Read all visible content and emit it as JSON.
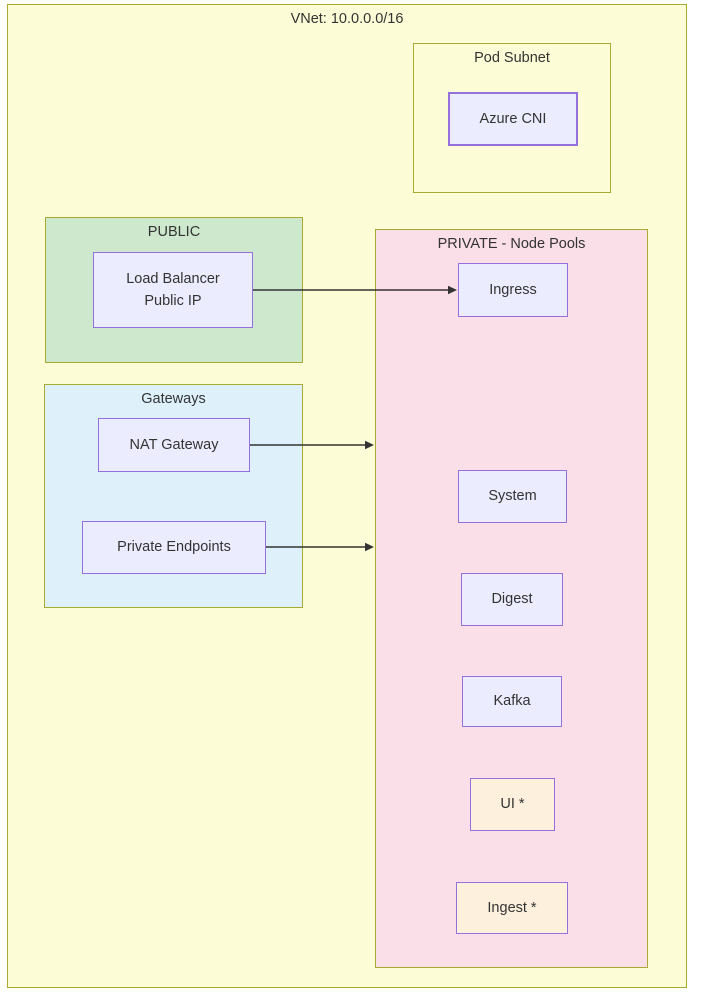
{
  "subgraphs": {
    "vnet": {
      "label": "VNet: 10.0.0.0/16"
    },
    "pod_subnet": {
      "label": "Pod Subnet"
    },
    "public": {
      "label": "PUBLIC"
    },
    "gateways": {
      "label": "Gateways"
    },
    "private": {
      "label": "PRIVATE - Node Pools"
    }
  },
  "nodes": {
    "azure_cni": {
      "label": "Azure CNI"
    },
    "load_balancer": {
      "line1": "Load Balancer",
      "line2": "Public IP"
    },
    "nat_gateway": {
      "label": "NAT Gateway"
    },
    "private_endpoints": {
      "label": "Private Endpoints"
    },
    "ingress": {
      "label": "Ingress"
    },
    "system": {
      "label": "System"
    },
    "digest": {
      "label": "Digest"
    },
    "kafka": {
      "label": "Kafka"
    },
    "ui": {
      "label": "UI *"
    },
    "ingest": {
      "label": "Ingest *"
    }
  },
  "edges": [
    {
      "from": "load_balancer",
      "to": "ingress"
    },
    {
      "from": "nat_gateway",
      "to": "private_node_pools"
    },
    {
      "from": "private_endpoints",
      "to": "private_node_pools"
    }
  ],
  "colors": {
    "vnet_fill": "#fcfcd7",
    "subgraph_border": "#aaaa33",
    "public_fill": "#cde8cc",
    "gateways_fill": "#def1fb",
    "private_fill": "#fadee8",
    "node_fill": "#ececff",
    "node_border": "#9370db",
    "accent_node_fill": "#fdf0dc",
    "edge_color": "#333333",
    "text_color": "#333333"
  }
}
